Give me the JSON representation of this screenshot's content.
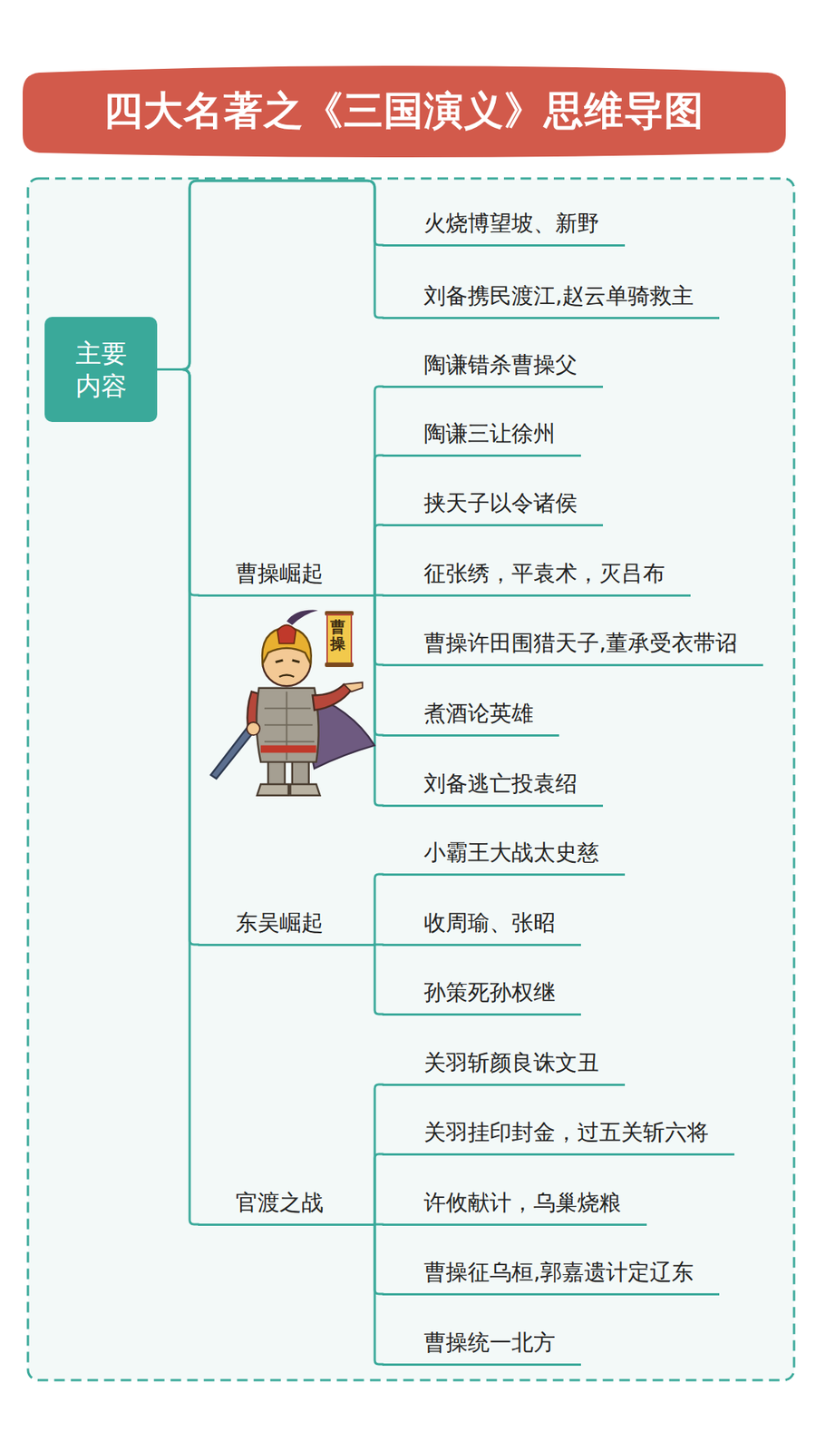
{
  "diagram": {
    "title": "四大名著之《三国演义》思维导图",
    "nodes": [
      {
        "text": [
          "主要内容"
        ]
      },
      {
        "text": [
          "火烧博望坡、新野"
        ]
      },
      {
        "text": [
          "刘备携民渡江,赵云单骑救主"
        ]
      },
      {
        "text": [
          "曹操崛起"
        ]
      },
      {
        "text": [
          "陶谦错杀曹操父"
        ]
      },
      {
        "text": [
          "陶谦三让徐州"
        ]
      },
      {
        "text": [
          "挟天子以令诸侯"
        ]
      },
      {
        "text": [
          "征张绣，平袁术，灭吕布"
        ]
      },
      {
        "text": [
          "曹操许田围猎天子,董承受衣带诏"
        ]
      },
      {
        "text": [
          "煮酒论英雄"
        ]
      },
      {
        "text": [
          "刘备逃亡投袁绍"
        ]
      },
      {
        "text": [
          "东吴崛起"
        ]
      },
      {
        "text": [
          "小霸王大战太史慈"
        ]
      },
      {
        "text": [
          "收周瑜、张昭"
        ]
      },
      {
        "text": [
          "孙策死孙权继"
        ]
      },
      {
        "text": [
          "官渡之战"
        ]
      },
      {
        "text": [
          "关羽斩颜良诛文丑"
        ]
      },
      {
        "text": [
          "关羽挂印封金，过五关斩六将"
        ]
      },
      {
        "text": [
          "许攸献计，乌巢烧粮"
        ]
      },
      {
        "text": [
          "曹操征乌桓,郭嘉遗计定辽东"
        ]
      },
      {
        "text": [
          "曹操统一北方"
        ]
      }
    ],
    "edges": [
      {
        "from": 0,
        "to": 1,
        "arrow": "none"
      },
      {
        "from": 0,
        "to": 2,
        "arrow": "none"
      },
      {
        "from": 0,
        "to": 3,
        "arrow": "none"
      },
      {
        "from": 3,
        "to": 4,
        "arrow": "none"
      },
      {
        "from": 3,
        "to": 5,
        "arrow": "none"
      },
      {
        "from": 3,
        "to": 6,
        "arrow": "none"
      },
      {
        "from": 3,
        "to": 7,
        "arrow": "none"
      },
      {
        "from": 3,
        "to": 8,
        "arrow": "none"
      },
      {
        "from": 3,
        "to": 9,
        "arrow": "none"
      },
      {
        "from": 3,
        "to": 10,
        "arrow": "none"
      },
      {
        "from": 0,
        "to": 11,
        "arrow": "none"
      },
      {
        "from": 11,
        "to": 12,
        "arrow": "none"
      },
      {
        "from": 11,
        "to": 13,
        "arrow": "none"
      },
      {
        "from": 11,
        "to": 14,
        "arrow": "none"
      },
      {
        "from": 0,
        "to": 15,
        "arrow": "none"
      },
      {
        "from": 15,
        "to": 16,
        "arrow": "none"
      },
      {
        "from": 15,
        "to": 17,
        "arrow": "none"
      },
      {
        "from": 15,
        "to": 18,
        "arrow": "none"
      },
      {
        "from": 15,
        "to": 19,
        "arrow": "none"
      },
      {
        "from": 15,
        "to": 20,
        "arrow": "none"
      }
    ],
    "labels": [
      "曹操"
    ]
  }
}
